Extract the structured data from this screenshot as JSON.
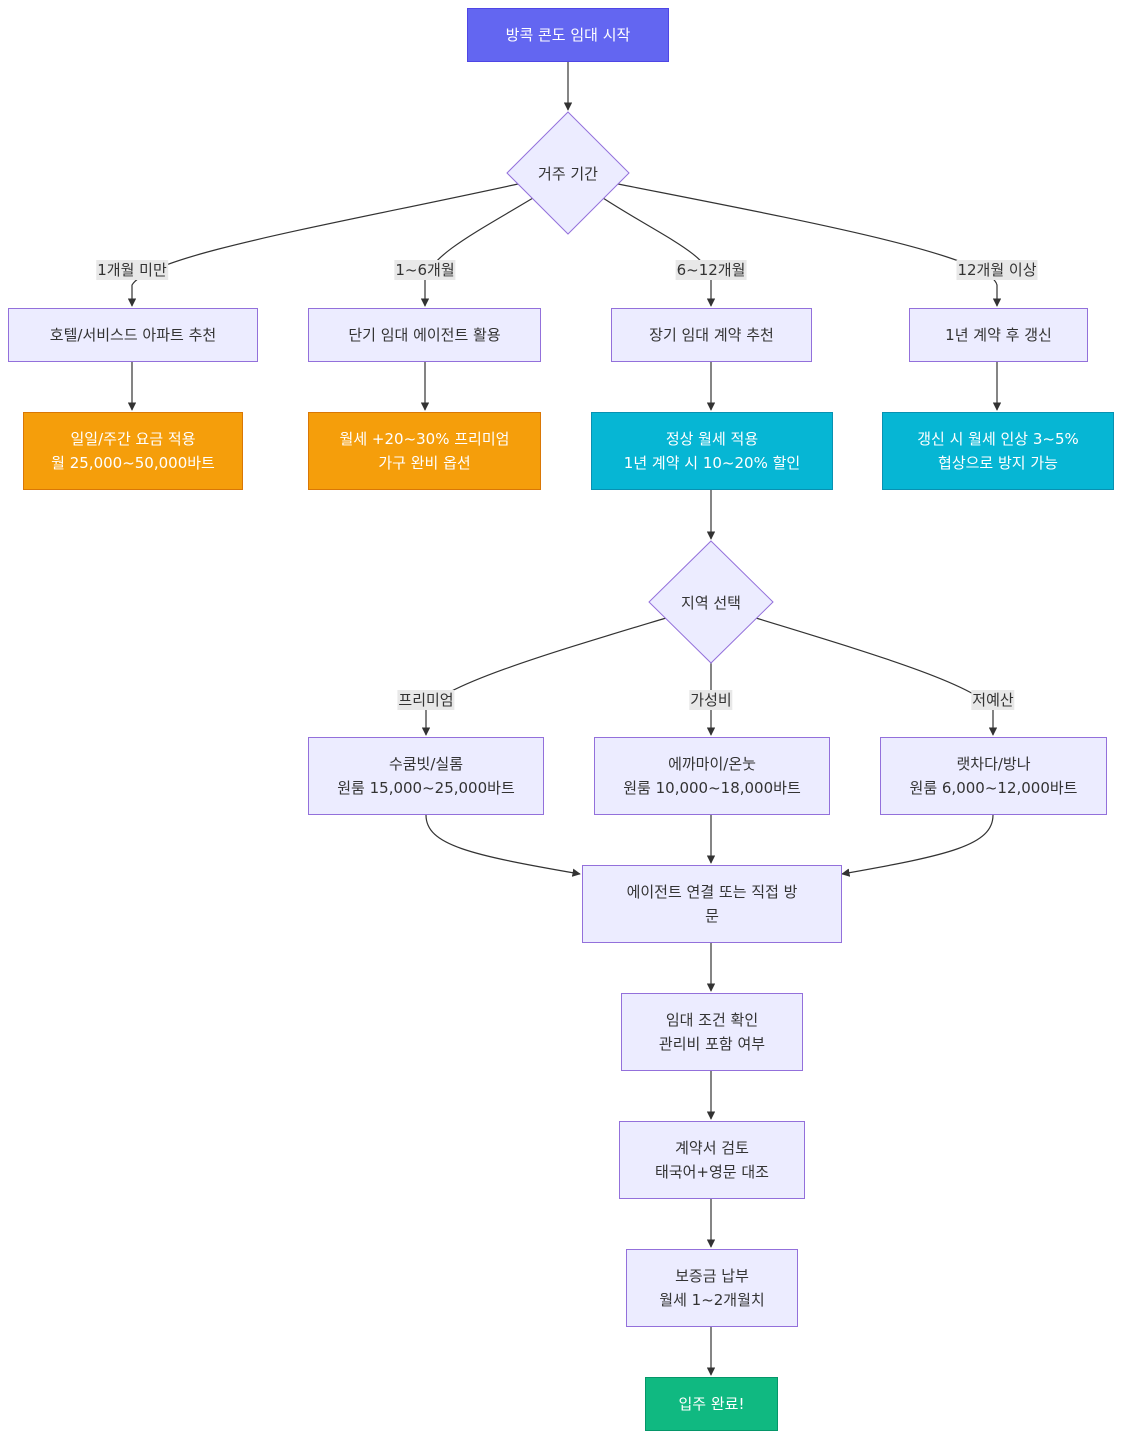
{
  "diagram": {
    "nodes": {
      "start": "방콕 콘도 임대 시작",
      "duration_decision": "거주 기간",
      "hotel": "호텔/서비스드 아파트 추천",
      "short_agent": "단기 임대 에이전트 활용",
      "long_contract": "장기 임대 계약 추천",
      "renew": "1년 계약 후 갱신",
      "daily_rate": "일일/주간 요금 적용\n월 25,000~50,000바트",
      "premium_rent": "월세 +20~30% 프리미엄\n가구 완비 옵션",
      "normal_rent": "정상 월세 적용\n1년 계약 시 10~20% 할인",
      "renew_rent": "갱신 시 월세 인상 3~5%\n협상으로 방지 가능",
      "area_decision": "지역 선택",
      "sukhumvit": "수쿰빗/실롬\n원룸 15,000~25,000바트",
      "ekkamai": "에까마이/온눗\n원룸 10,000~18,000바트",
      "ratchada": "랫차다/방나\n원룸 6,000~12,000바트",
      "agent_visit": "에이전트 연결 또는 직접 방\n문",
      "check_terms": "임대 조건 확인\n관리비 포함 여부",
      "review_contract": "계약서 검토\n태국어+영문 대조",
      "deposit": "보증금 납부\n월세 1~2개월치",
      "move_in": "입주 완료!"
    },
    "edge_labels": {
      "under_1_month": "1개월 미만",
      "one_to_six": "1~6개월",
      "six_to_twelve": "6~12개월",
      "over_twelve": "12개월 이상",
      "premium": "프리미엄",
      "value": "가성비",
      "budget": "저예산"
    },
    "colors": {
      "default_fill": "#ECECFF",
      "default_stroke": "#9370DB",
      "start_fill": "#6366F1",
      "orange_fill": "#F59E0B",
      "cyan_fill": "#06B6D4",
      "end_fill": "#10B981",
      "edge": "#333333",
      "edge_label_bg": "#E8E8E8"
    }
  }
}
